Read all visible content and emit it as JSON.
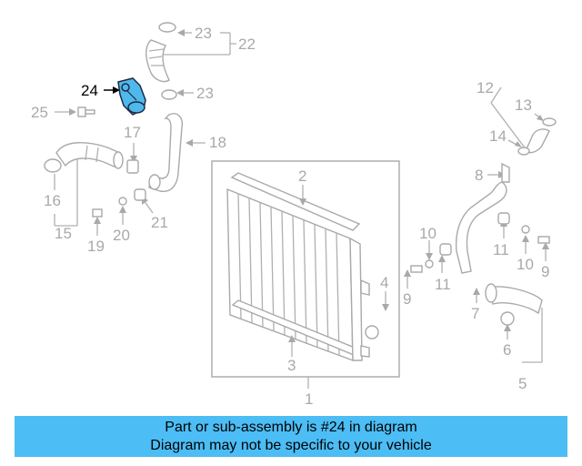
{
  "callouts": {
    "c1": "1",
    "c2": "2",
    "c3": "3",
    "c4": "4",
    "c5": "5",
    "c6": "6",
    "c7": "7",
    "c8": "8",
    "c9a": "9",
    "c9b": "9",
    "c10a": "10",
    "c10b": "10",
    "c11a": "11",
    "c11b": "11",
    "c12": "12",
    "c13": "13",
    "c14": "14",
    "c15": "15",
    "c16": "16",
    "c17": "17",
    "c18": "18",
    "c19": "19",
    "c20": "20",
    "c21": "21",
    "c22": "22",
    "c23a": "23",
    "c23b": "23",
    "c24": "24",
    "c25": "25"
  },
  "highlighted_part": "24",
  "colors": {
    "highlight": "#4fb9ec",
    "banner": "#4cbdf5",
    "line": "#a9a9a9"
  },
  "banner": {
    "line1": "Part or sub-assembly is #24 in diagram",
    "line2": "Diagram may not be specific to your vehicle"
  }
}
